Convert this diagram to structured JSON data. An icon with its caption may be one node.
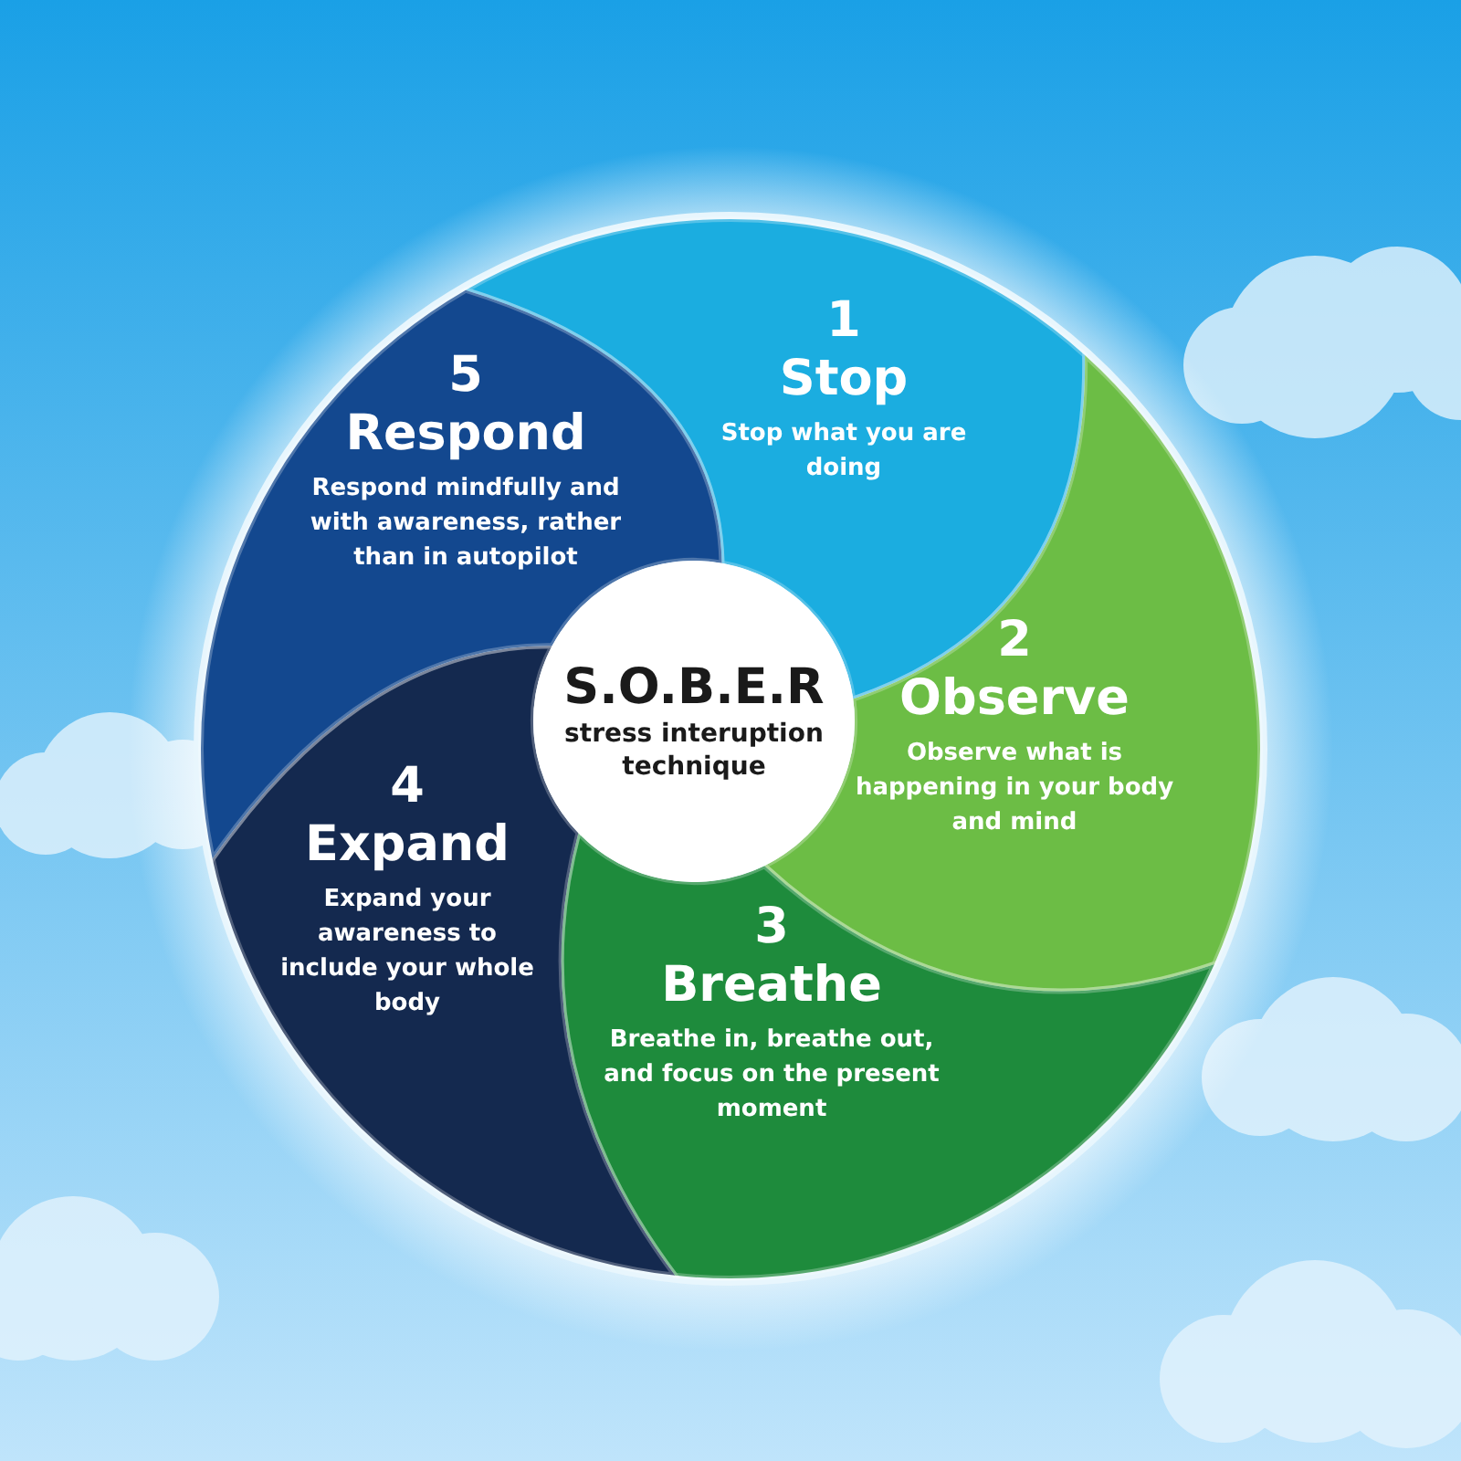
{
  "diagram": {
    "nodes": [
      {
        "text": [
          "S.O.B.E.R",
          "stress interuption technique"
        ]
      },
      {
        "text": [
          "1",
          "Stop",
          "Stop what you are doing"
        ]
      },
      {
        "text": [
          "2",
          "Observe",
          "Observe what is happening in your body and mind"
        ]
      },
      {
        "text": [
          "3",
          "Breathe",
          "Breathe in, breathe out, and focus on the present moment"
        ]
      },
      {
        "text": [
          "4",
          "Expand",
          "Expand your awareness to include your whole body"
        ]
      },
      {
        "text": [
          "5",
          "Respond",
          "Respond mindfully and with awareness, rather than in autopilot"
        ]
      }
    ]
  }
}
